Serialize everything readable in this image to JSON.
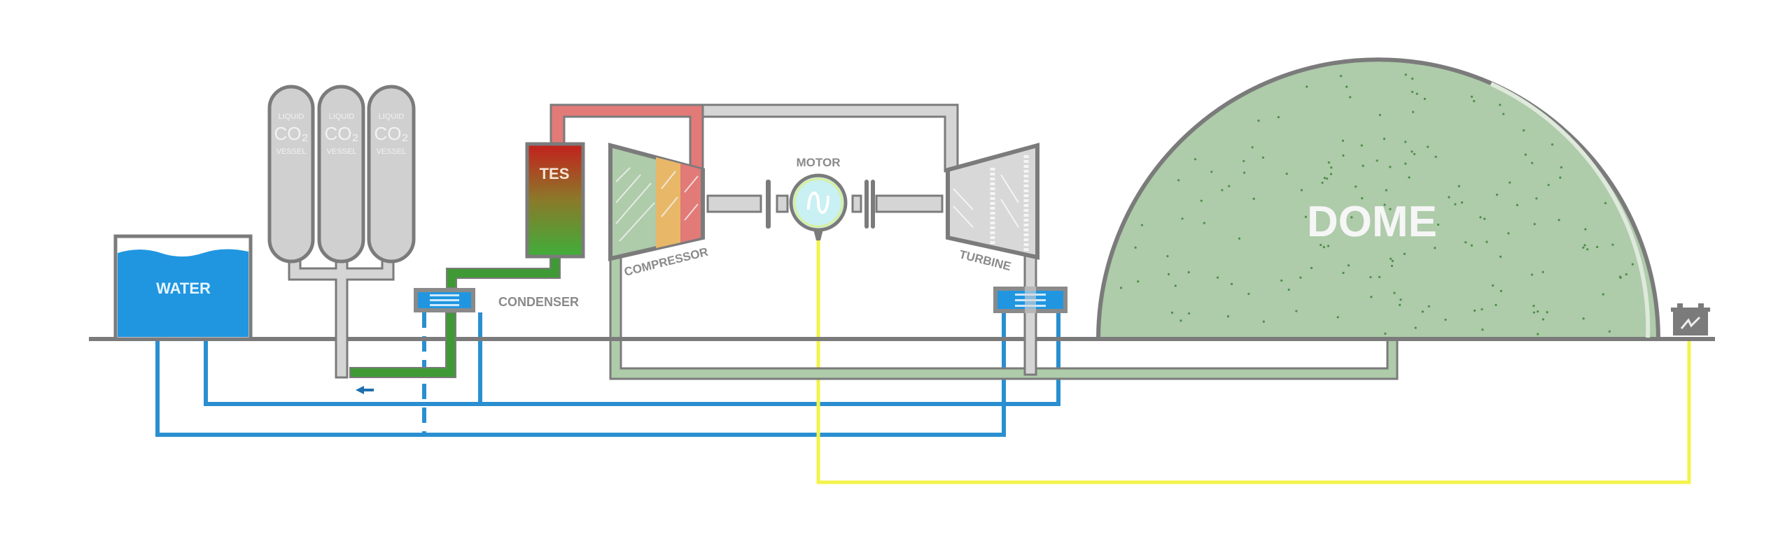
{
  "labels": {
    "water": "WATER",
    "vessels": [
      {
        "top": "LIQUID",
        "main": "CO₂",
        "bottom": "VESSEL"
      },
      {
        "top": "LIQUID",
        "main": "CO₂",
        "bottom": "VESSEL"
      },
      {
        "top": "LIQUID",
        "main": "CO₂",
        "bottom": "VESSEL"
      }
    ],
    "tes": "TES",
    "condenser": "CONDENSER",
    "compressor": "COMPRESSOR",
    "motor": "MOTOR",
    "turbine": "TURBINE",
    "dome": "DOME"
  },
  "icons": {
    "battery": "battery-icon",
    "flow_arrow": "arrow-left-icon",
    "motor": "sine-wave-icon"
  },
  "colors": {
    "outline": "#7b7b7b",
    "pipe": "#d5d5d5",
    "water": "#2196e0",
    "liquid_co2_pipe": "#3f9a35",
    "hot_gas": "#e27a78",
    "dome_gas": "#aecbaa",
    "power_line": "#f3f34a"
  }
}
